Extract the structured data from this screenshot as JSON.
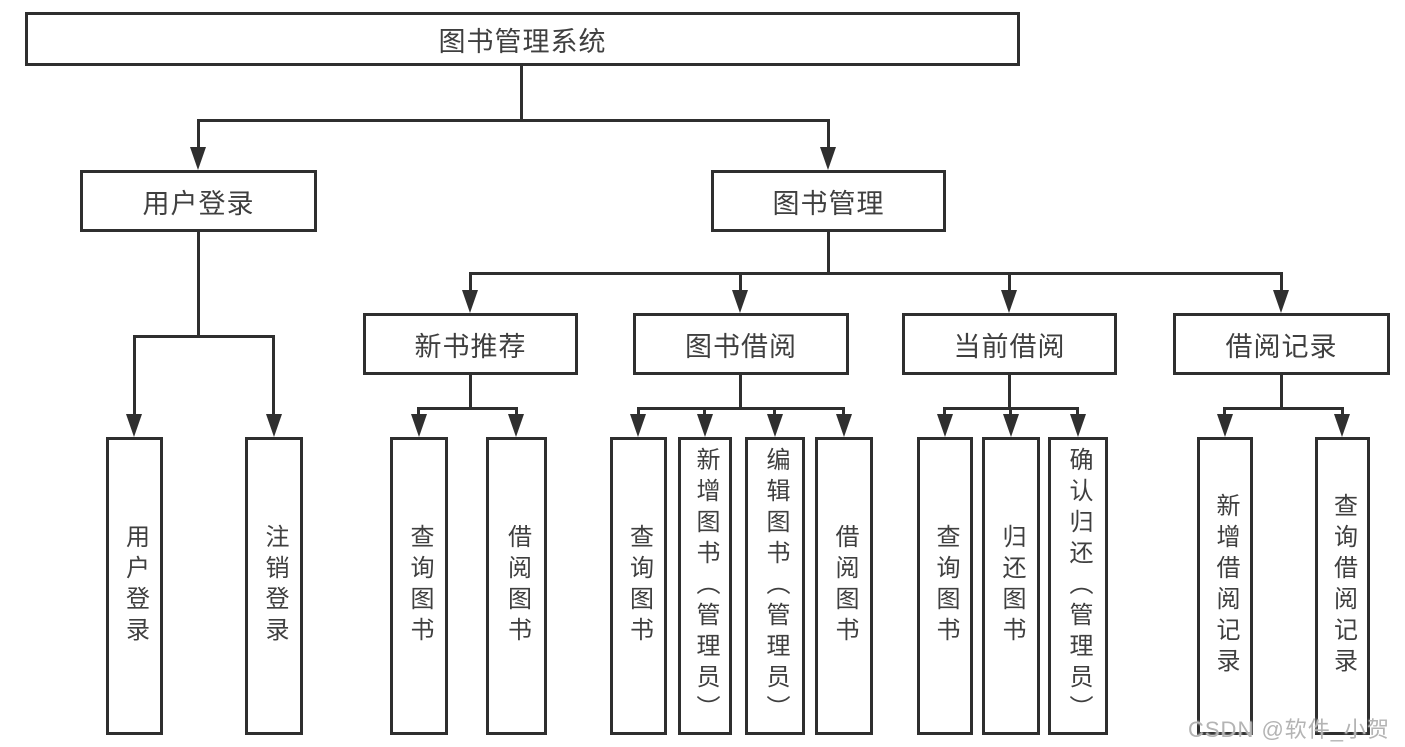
{
  "tree": {
    "label": "图书管理系统",
    "children": [
      {
        "label": "用户登录",
        "children": [
          {
            "label": "用户登录"
          },
          {
            "label": "注销登录"
          }
        ]
      },
      {
        "label": "图书管理",
        "children": [
          {
            "label": "新书推荐",
            "children": [
              {
                "label": "查询图书"
              },
              {
                "label": "借阅图书"
              }
            ]
          },
          {
            "label": "图书借阅",
            "children": [
              {
                "label": "查询图书"
              },
              {
                "label": "新增图书（管理员）"
              },
              {
                "label": "编辑图书（管理员）"
              },
              {
                "label": "借阅图书"
              }
            ]
          },
          {
            "label": "当前借阅",
            "children": [
              {
                "label": "查询图书"
              },
              {
                "label": "归还图书"
              },
              {
                "label": "确认归还（管理员）"
              }
            ]
          },
          {
            "label": "借阅记录",
            "children": [
              {
                "label": "新增借阅记录"
              },
              {
                "label": "查询借阅记录"
              }
            ]
          }
        ]
      }
    ]
  },
  "watermark": {
    "text": "CSDN @软件_小贺同学"
  },
  "colors": {
    "line": "#2f2f2f",
    "text": "#3f3f3f",
    "watermark": "#b4b4b4",
    "background": "#ffffff"
  }
}
